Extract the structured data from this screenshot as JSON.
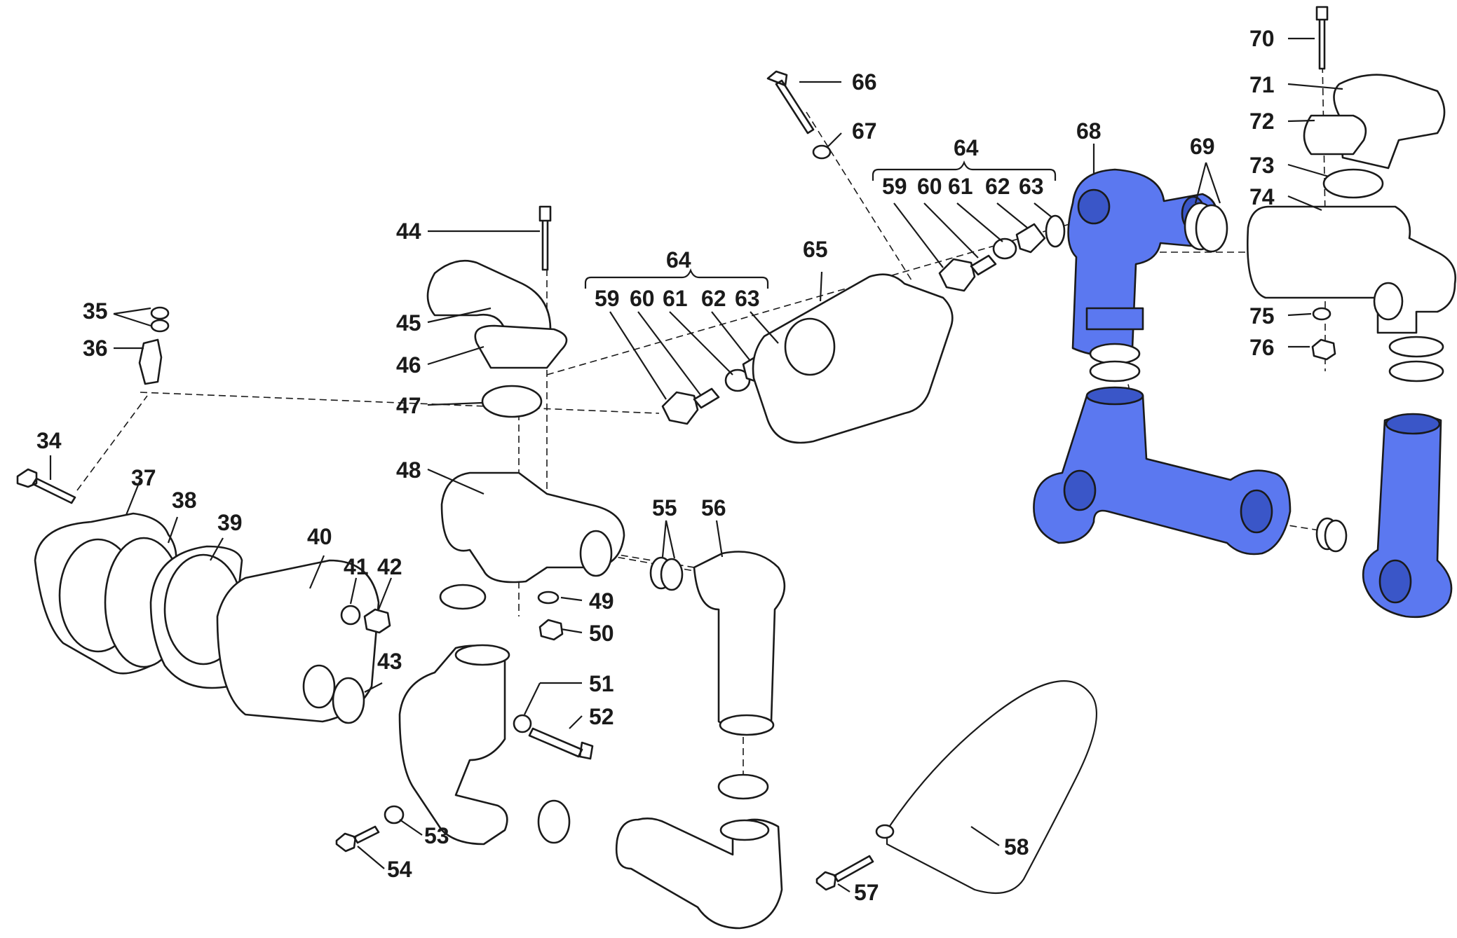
{
  "diagram": {
    "highlight_color": "#5b78f0",
    "callouts": [
      "34",
      "35",
      "36",
      "37",
      "38",
      "39",
      "40",
      "41",
      "42",
      "43",
      "44",
      "45",
      "46",
      "47",
      "48",
      "49",
      "50",
      "51",
      "52",
      "53",
      "54",
      "55",
      "56",
      "57",
      "58",
      "59",
      "60",
      "61",
      "62",
      "63",
      "64",
      "65",
      "66",
      "67",
      "68",
      "69",
      "70",
      "71",
      "72",
      "73",
      "74",
      "75",
      "76"
    ],
    "group_left": {
      "label": "64",
      "items": [
        "59",
        "60",
        "61",
        "62",
        "63"
      ]
    },
    "group_right": {
      "label": "64",
      "items": [
        "59",
        "60",
        "61",
        "62",
        "63"
      ]
    }
  }
}
